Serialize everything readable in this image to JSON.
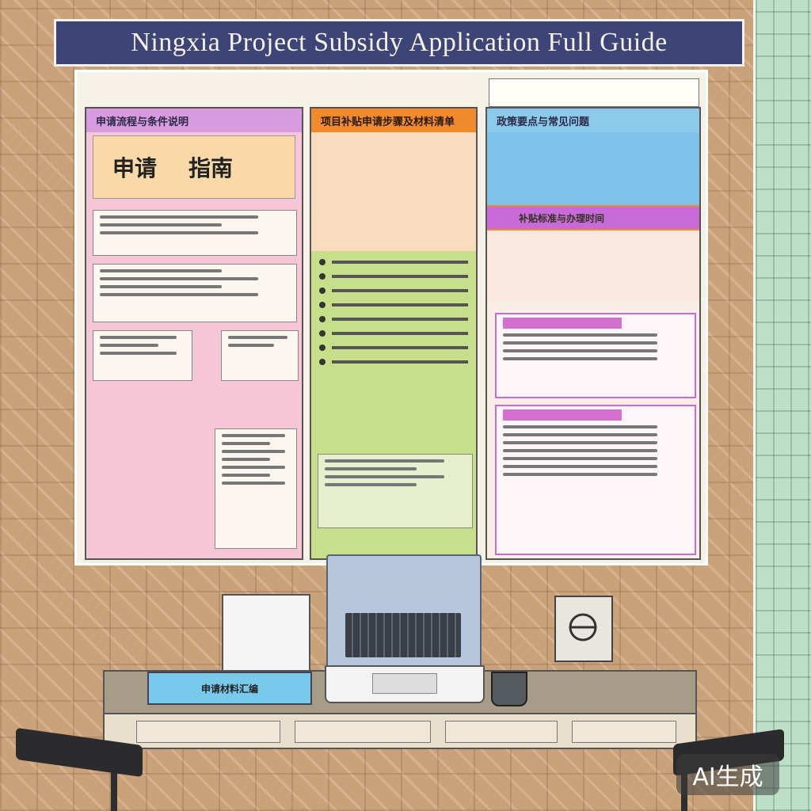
{
  "title": "Ningxia Project Subsidy Application Full Guide",
  "panels": {
    "left": {
      "header": "申请流程与条件说明"
    },
    "middle": {
      "header": "项目补贴申请步骤及材料清单"
    },
    "right": {
      "header": "政策要点与常见问题",
      "subheader": "补贴标准与办理时间"
    }
  },
  "big_block": {
    "a": "申请",
    "b": "指南"
  },
  "book_label": "申请材料汇编",
  "watermark": "AI生成",
  "colors": {
    "title_bg": "#3c4478",
    "wall": "#c9a27a",
    "panel_pink": "#f7c6d6",
    "panel_green": "#c7de8a",
    "panel_orange": "#f08a2c"
  }
}
